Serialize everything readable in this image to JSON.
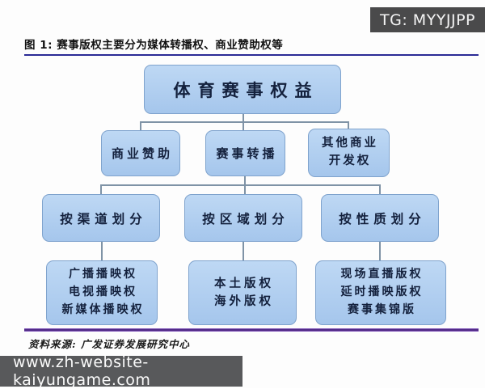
{
  "badge": {
    "text": "TG: MYYJJPP"
  },
  "header": {
    "title": "图 1: 赛事版权主要分为媒体转播权、商业赞助权等"
  },
  "diagram": {
    "nodes": {
      "root": {
        "label": "体育赛事权益"
      },
      "sponsor": {
        "label": "商业赞助"
      },
      "broadcast": {
        "label": "赛事转播"
      },
      "other_commercial": {
        "label": "其他商业\n开发权"
      },
      "by_channel": {
        "label": "按渠道划分"
      },
      "by_region": {
        "label": "按区域划分"
      },
      "by_nature": {
        "label": "按性质划分"
      },
      "channel_rights": {
        "label": "广播播映权\n电视播映权\n新媒体播映权"
      },
      "region_rights": {
        "label": "本土版权\n海外版权"
      },
      "nature_rights": {
        "label": "现场直播版权\n延时播映版权\n赛事集锦版"
      }
    }
  },
  "footer": {
    "source": "资料来源: 广发证券发展研究中心",
    "website": "www.zh-website-kaiyungame.com"
  },
  "colors": {
    "box_fill_top": "#bed8f4",
    "box_fill_bottom": "#a5c6ec",
    "box_border": "#7fa3cd",
    "box_text": "#14213d",
    "connector": "#7f93a6",
    "title_rule": "#2b2b96",
    "footer_rule": "#38136e",
    "badge_bg": "#4a4a4b",
    "banner_bg": "#58595b"
  }
}
